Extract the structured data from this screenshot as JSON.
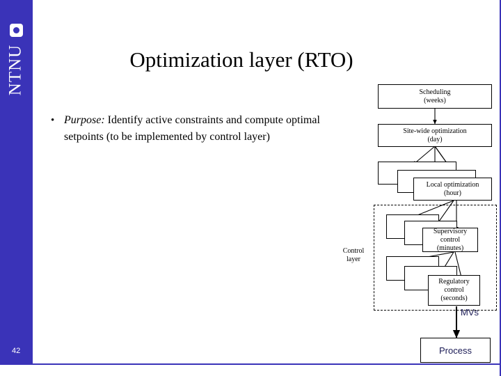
{
  "slide": {
    "page_number": "42",
    "title": "Optimization layer (RTO)",
    "brand": "NTNU",
    "brand_color": "#3a33b8"
  },
  "body": {
    "bullet_marker": "•",
    "purpose_label": "Purpose:",
    "purpose_text": " Identify active constraints and compute optimal setpoints (to be implemented by control layer)"
  },
  "diagram": {
    "control_layer_label_line1": "Control",
    "control_layer_label_line2": "layer",
    "mvs_label": "MVs",
    "process_label": "Process",
    "boxes": [
      {
        "name": "scheduling",
        "line1": "Scheduling",
        "line2": "(weeks)"
      },
      {
        "name": "site-wide-optimization",
        "line1": "Site-wide optimization",
        "line2": "(day)"
      },
      {
        "name": "local-optimization",
        "line1": "Local optimization",
        "line2": "(hour)"
      },
      {
        "name": "supervisory-control",
        "line1": "Supervisory",
        "line2": "control",
        "line3": "(minutes)"
      },
      {
        "name": "regulatory-control",
        "line1": "Regulatory",
        "line2": "control",
        "line3": "(seconds)"
      }
    ]
  }
}
